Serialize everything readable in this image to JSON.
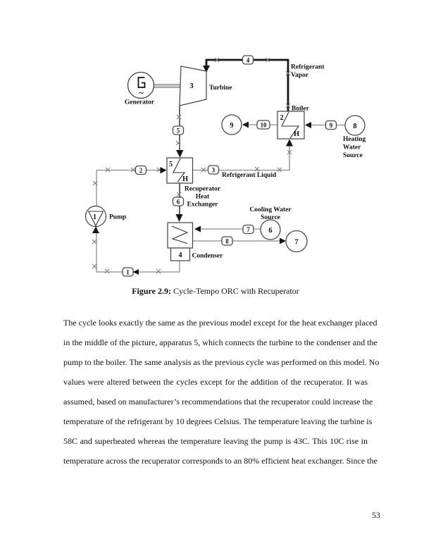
{
  "page_number": "53",
  "figure": {
    "caption_label": "Figure 2.9:",
    "caption_title": " Cycle-Tempo ORC with Recuperator"
  },
  "diagram": {
    "colors": {
      "pipe_gray": "#8c8c8c",
      "pipe_black": "#161616",
      "outline": "#3f3f3f"
    },
    "apparatus": {
      "generator": {
        "glyph": "G",
        "wave": "~",
        "label": "Generator"
      },
      "turbine": {
        "number": "3",
        "label": "Turbine"
      },
      "boiler": {
        "number": "2",
        "h": "H",
        "label": "Boiler"
      },
      "recuperator": {
        "number": "5",
        "h": "H",
        "label1": "Recuperator",
        "label2": "Heat",
        "label3": "Exchanger"
      },
      "condenser": {
        "number": "4",
        "label": "Condenser"
      },
      "pump": {
        "number": "1",
        "label": "Pump"
      }
    },
    "flow_labels": {
      "refrigerant_vapor1": "Refrigerant",
      "refrigerant_vapor2": "Vapor",
      "refrigerant_liquid": "Refrigerant Liquid",
      "cooling1": "Cooling Water",
      "cooling2": "Source",
      "heating1": "Heating",
      "heating2": "Water",
      "heating3": "Source"
    },
    "streams": {
      "n1": "1",
      "n2": "2",
      "n3": "3",
      "n4": "4",
      "n5": "5",
      "n6": "6",
      "n7": "7",
      "n8": "8",
      "n9": "9",
      "n10": "10"
    },
    "terminals": {
      "heating_return": "9",
      "heating_source": "8",
      "cooling_source": "6",
      "cooling_return": "7"
    }
  },
  "body": {
    "lines": [
      "The cycle looks exactly the same as the previous model except for the heat exchanger placed",
      "in the middle of the picture, apparatus 5, which connects the turbine to the condenser and the",
      "pump to the boiler. The same analysis as the previous cycle was performed on this model. No",
      "values were altered between the cycles except for the addition of the recuperator. It was",
      "assumed, based on manufacturer’s recommendations that the recuperator could increase the",
      "temperature of the refrigerant by 10 degrees Celsius. The temperature leaving the turbine is",
      "58C and superheated whereas the temperature leaving the pump is 43C. This 10C rise in",
      "temperature across the recuperator corresponds to an 80% efficient heat exchanger. Since the"
    ]
  }
}
